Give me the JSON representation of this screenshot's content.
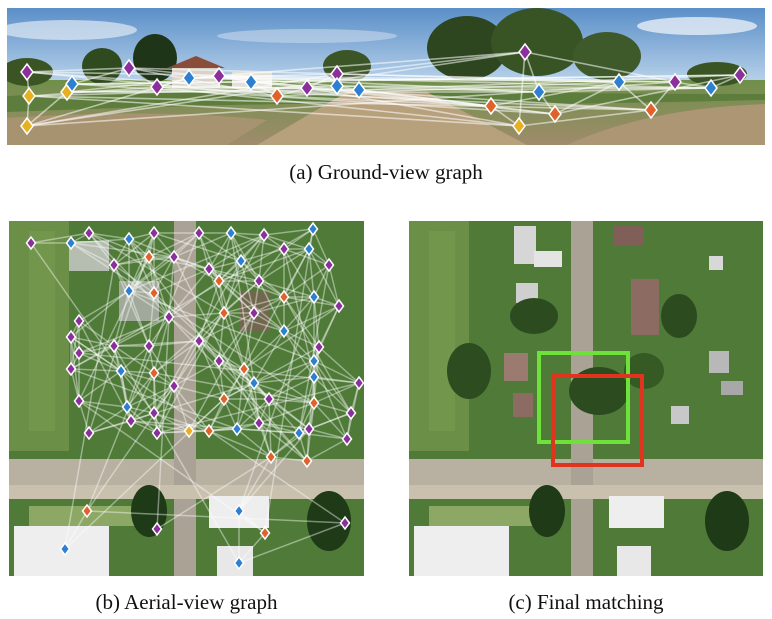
{
  "figure": {
    "panels": [
      {
        "id": "a",
        "caption": "(a)  Ground-view graph"
      },
      {
        "id": "b",
        "caption": "(b)  Aerial-view graph"
      },
      {
        "id": "c",
        "caption": "(c)  Final matching"
      }
    ]
  },
  "colors": {
    "purple": "#8a2f9c",
    "blue": "#2d7fd1",
    "orange": "#e0622a",
    "yellow": "#e7b021",
    "edge": "#ffffff",
    "green_box": "#6ee23a",
    "red_box": "#e1341f"
  }
}
